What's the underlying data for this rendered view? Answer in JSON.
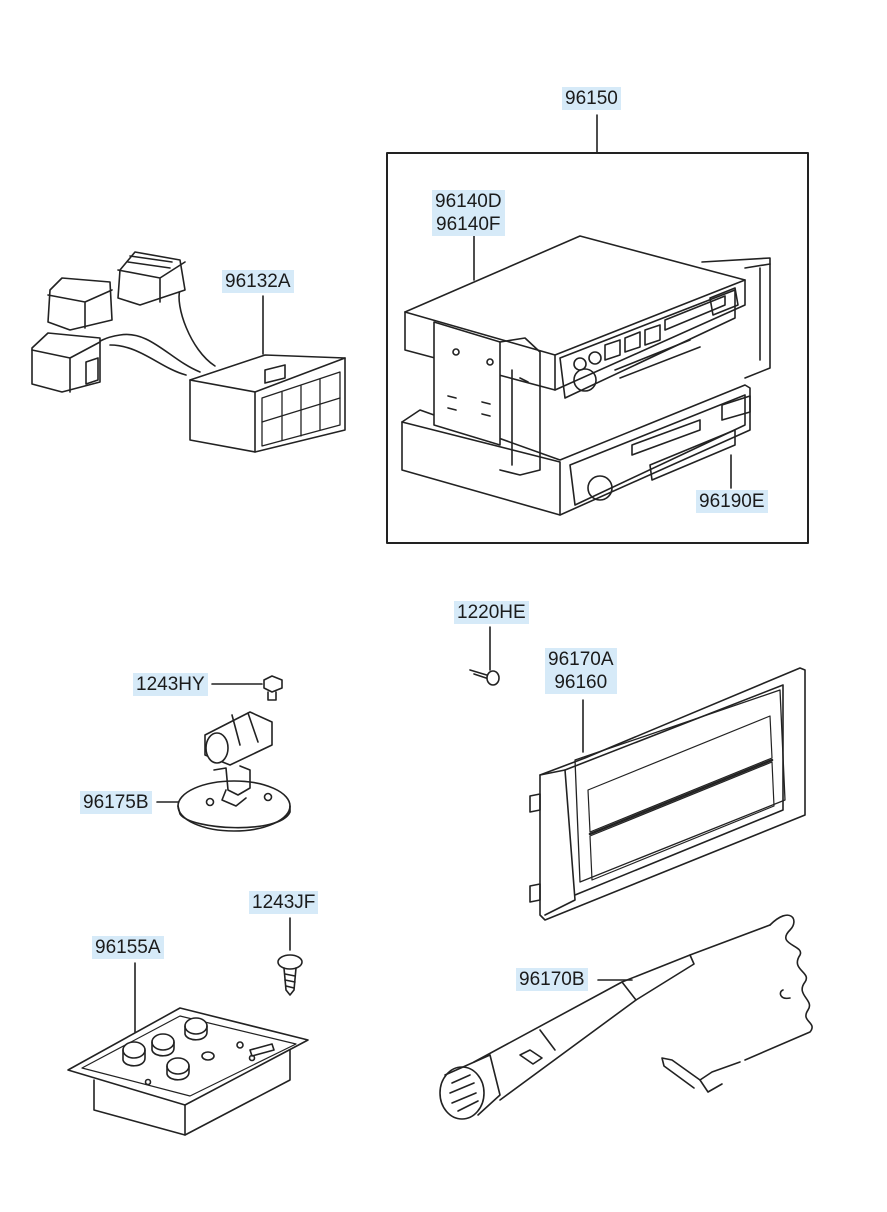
{
  "callouts": {
    "radio_assembly": "96150",
    "head_unit_1": "96140D",
    "head_unit_2": "96140F",
    "harness": "96132A",
    "cassette": "96190E",
    "screw_top": "1220HE",
    "bezel_1": "96170A",
    "bezel_2": "96160",
    "bolt_mic": "1243HY",
    "mic_holder": "96175B",
    "screw_jack": "1243JF",
    "jack_panel": "96155A",
    "microphone": "96170B"
  }
}
